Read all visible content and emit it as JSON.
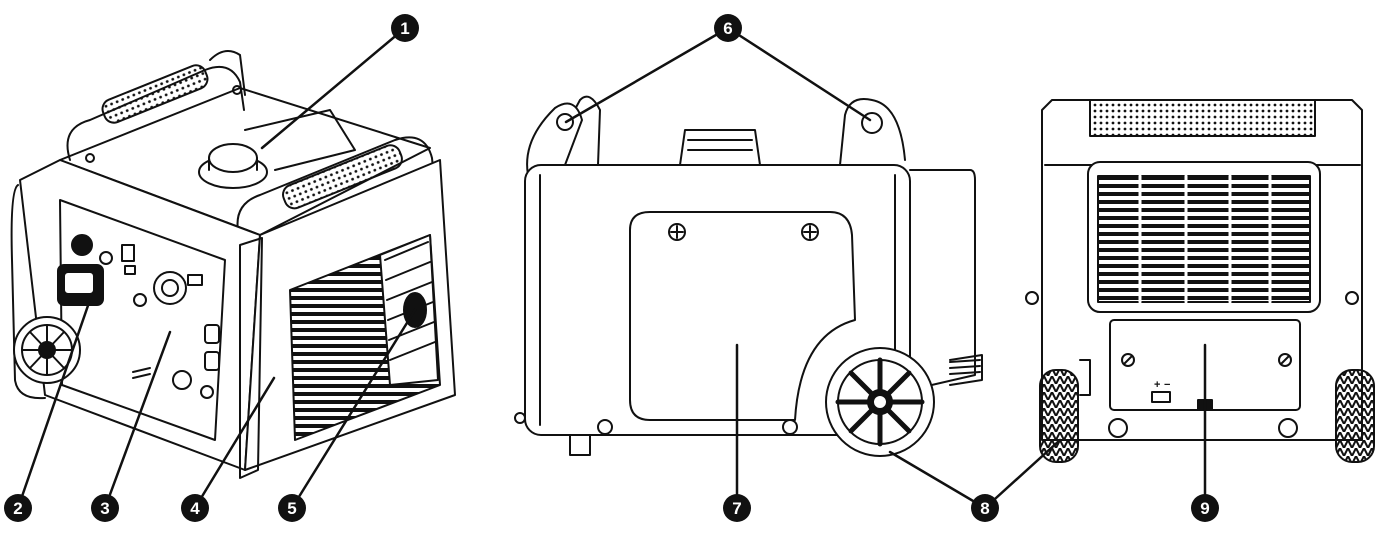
{
  "callouts": [
    {
      "label": "1"
    },
    {
      "label": "2"
    },
    {
      "label": "3"
    },
    {
      "label": "4"
    },
    {
      "label": "5"
    },
    {
      "label": "6"
    },
    {
      "label": "7"
    },
    {
      "label": "8"
    },
    {
      "label": "9"
    }
  ],
  "battery_terminals": {
    "plus": "+",
    "minus": "−"
  },
  "colors": {
    "line": "#111111",
    "background": "#ffffff",
    "callout": "#111111"
  }
}
